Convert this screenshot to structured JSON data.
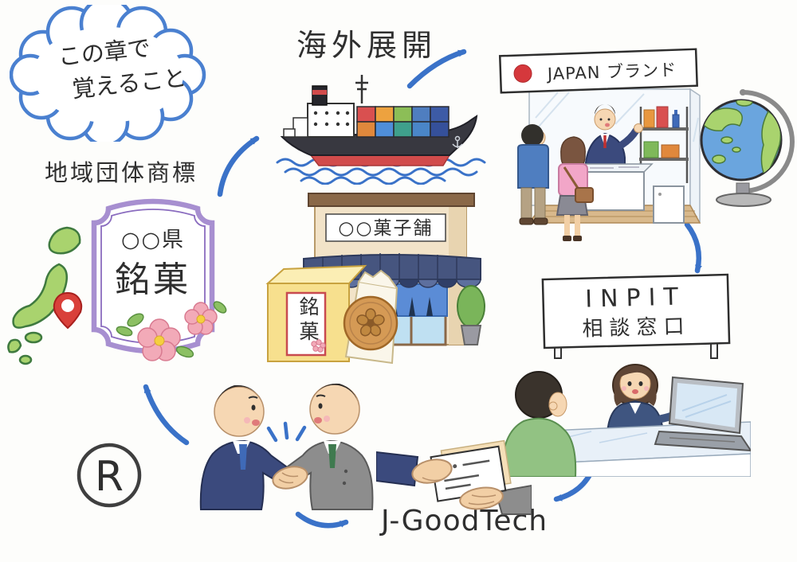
{
  "cloud": {
    "line1": "この章で",
    "line2": "覚えること"
  },
  "labels": {
    "overseas": "海外展開",
    "regional_trademark": "地域団体商標",
    "jgoodtech": "J-GoodTech"
  },
  "booth": {
    "sign": "JAPAN ブランド"
  },
  "emblem": {
    "line1": "○○県",
    "line2": "銘菓"
  },
  "store": {
    "sign": "○○菓子舗"
  },
  "sweets_box": {
    "label": "銘菓"
  },
  "inpit": {
    "line1": "INPIT",
    "line2": "相談窓口"
  },
  "registered_mark": {
    "letter": "R"
  },
  "colors": {
    "arrow_blue": "#3a72c8",
    "cloud_blue": "#4a80d0",
    "ink": "#2f2f2f",
    "emblem_purple": "#a78fd0",
    "map_green": "#a9d36e",
    "pin_red": "#d9403a",
    "awning_navy": "#46557f",
    "suit_navy": "#3b4a7d",
    "suit_gray": "#8d8d8d"
  }
}
